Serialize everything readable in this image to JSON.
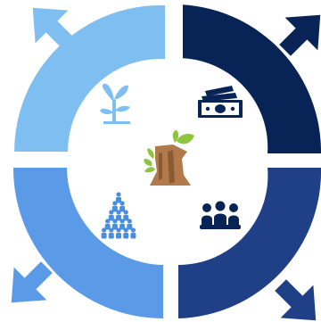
{
  "colors": {
    "background": "#ffffff",
    "quadrant_top_left": "#7ebef1",
    "quadrant_top_right": "#082457",
    "quadrant_bottom_right": "#1f3f86",
    "quadrant_bottom_left": "#5b9ae6",
    "icon_light_blue": "#7ebef1",
    "icon_navy": "#082457",
    "icon_mid_blue": "#4a8ee0",
    "trunk_brown": "#b27a4b",
    "trunk_dark": "#8a5a33",
    "leaf_green": "#8cc63f"
  },
  "diagram": {
    "type": "cycle",
    "segments": [
      {
        "id": "top-left",
        "color": "#7ebef1",
        "icon": "sprout-icon"
      },
      {
        "id": "top-right",
        "color": "#082457",
        "icon": "money-icon"
      },
      {
        "id": "bottom-right",
        "color": "#1f3f86",
        "icon": "meeting-group-icon"
      },
      {
        "id": "bottom-left",
        "color": "#5b9ae6",
        "icon": "people-pyramid-icon"
      }
    ],
    "center_icon": "tree-stump-icon"
  }
}
